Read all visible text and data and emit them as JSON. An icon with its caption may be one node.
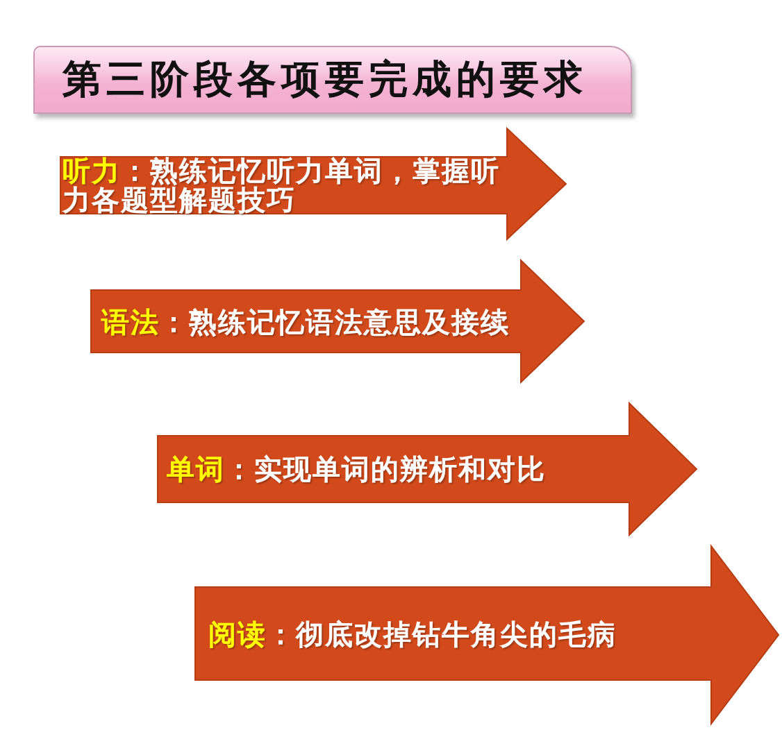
{
  "diagram": {
    "nodes": [
      {
        "text": [
          "第三阶段各项要完成的要求"
        ]
      },
      {
        "text": [
          "**听力**：熟练记忆听力单词，掌握听力各题型解题技巧"
        ]
      },
      {
        "text": [
          "**语法**：熟练记忆语法意思及接续"
        ]
      },
      {
        "text": [
          "**单词**：实现单词的辨析和对比"
        ]
      },
      {
        "text": [
          "**阅读**：彻底改掉钻牛角尖的毛病"
        ]
      }
    ]
  }
}
